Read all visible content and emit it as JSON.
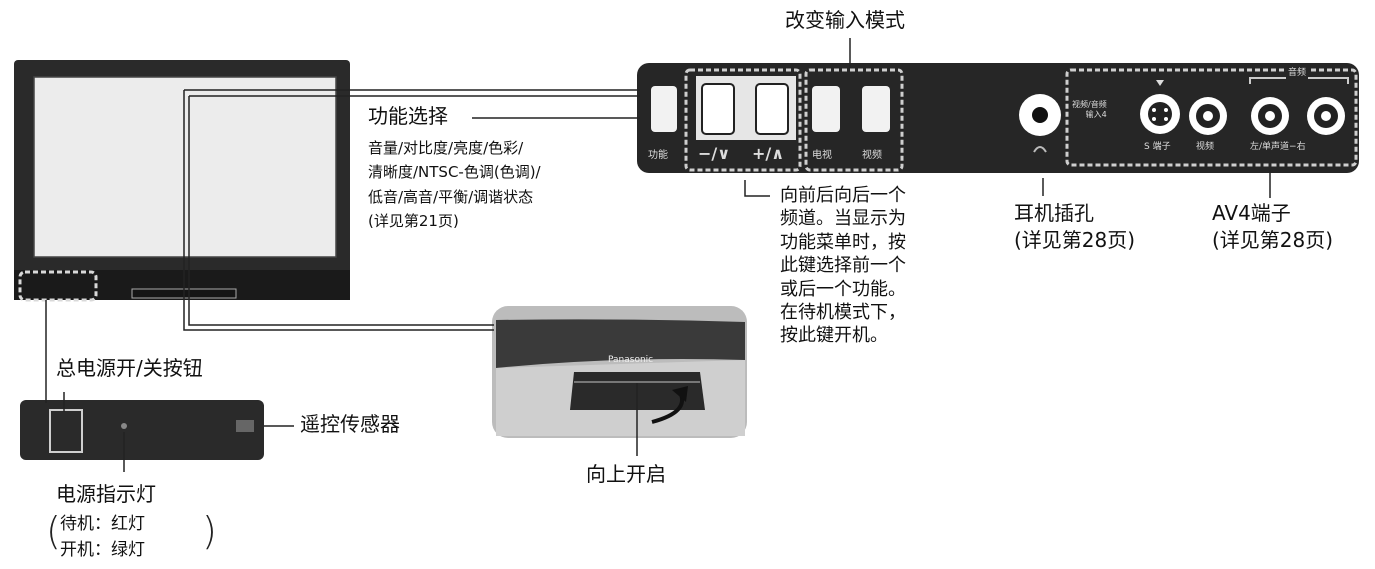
{
  "labels": {
    "change_input_mode": "改变输入模式",
    "function_select_title": "功能选择",
    "function_select_desc": "音量/对比度/亮度/色彩/\n清晰度/NTSC-色调(色调)/\n低音/高音/平衡/调谐状态\n(详见第21页)",
    "channel_desc": "向前后向后一个\n频道。当显示为\n功能菜单时，按\n此键选择前一个\n或后一个功能。\n在待机模式下，\n按此键开机。",
    "headphone_jack": "耳机插孔\n(详见第28页)",
    "av4_terminal": "AV4端子\n(详见第28页)",
    "main_power_button": "总电源开/关按钮",
    "remote_sensor": "遥控传感器",
    "power_indicator": "电源指示灯",
    "standby_red": "待机：红灯",
    "on_green": "开机：绿灯",
    "open_up": "向上开启"
  },
  "panel": {
    "btn_function": "功能",
    "btn_minus": "−/∨",
    "btn_plus": "+/∧",
    "btn_tv": "电视",
    "btn_video": "视频",
    "audio_header": "音频",
    "svideo_input": "视频/音频\n输入4",
    "s_terminal": "S 端子",
    "video_jack": "视频",
    "audio_lr": "左/单声道−右"
  },
  "brand": "Panasonic",
  "colors": {
    "panel": "#262626",
    "dash": "#cfcfcf",
    "screen": "#ececec"
  }
}
